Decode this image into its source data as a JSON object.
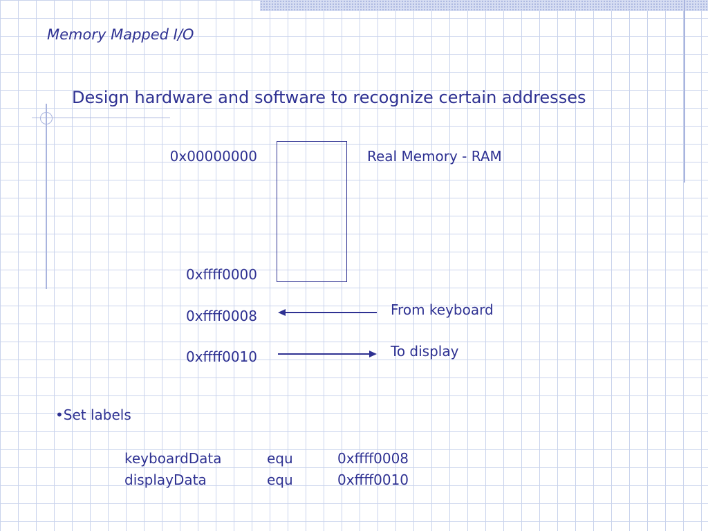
{
  "slide": {
    "title": "Memory Mapped I/O",
    "heading": "Design hardware and software to recognize certain addresses"
  },
  "memory_map": {
    "addresses": [
      "0x00000000",
      "0xffff0000",
      "0xffff0008",
      "0xffff0010"
    ],
    "ram_label": "Real Memory - RAM",
    "keyboard_label": "From keyboard",
    "display_label": "To display"
  },
  "set_labels": {
    "bullet": "•Set labels",
    "rows": [
      {
        "name": "keyboardData",
        "directive": "equ",
        "value": "0xffff0008"
      },
      {
        "name": "displayData",
        "directive": "equ",
        "value": "0xffff0010"
      }
    ]
  },
  "colors": {
    "text": "#2e3192",
    "grid": "#c9d3ec",
    "accent_lines": "#a9b4de"
  }
}
